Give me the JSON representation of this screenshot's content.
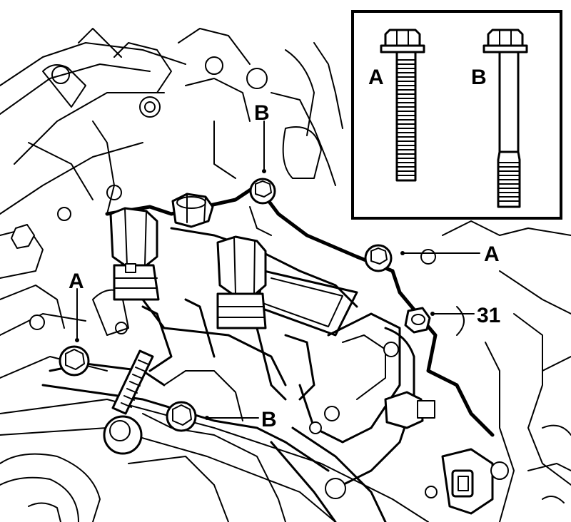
{
  "callouts": {
    "left_top_a": "A",
    "top_b": "B",
    "right_a": "A",
    "right_31": "31",
    "bottom_b": "B"
  },
  "inset": {
    "bolt_a_label": "A",
    "bolt_b_label": "B"
  }
}
